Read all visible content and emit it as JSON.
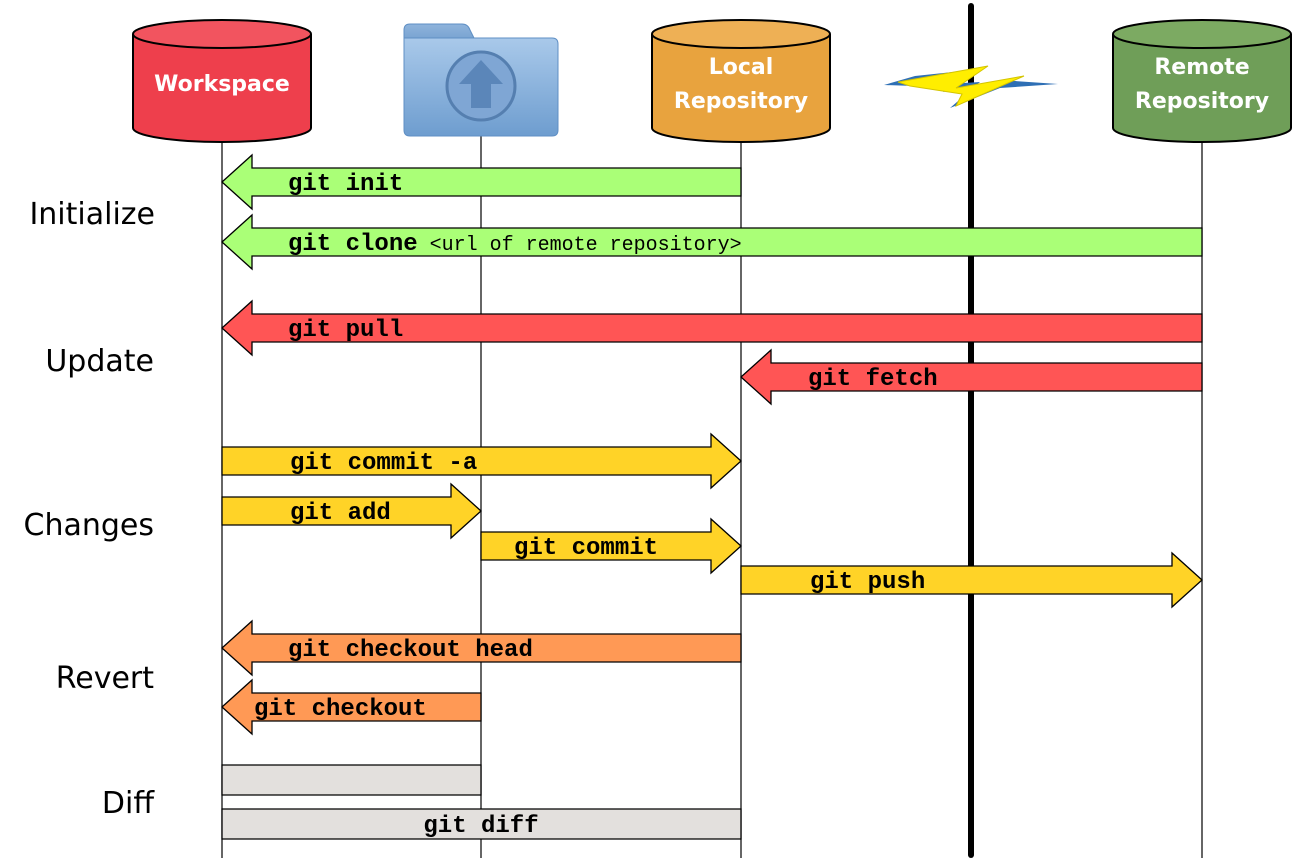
{
  "columns": {
    "workspace": {
      "label_lines": [
        "Workspace"
      ],
      "color": "#ee3f4c",
      "top_color": "#f2545f"
    },
    "index": {
      "icon": "folder-upload-icon"
    },
    "local_repository": {
      "label_lines": [
        "Local",
        "Repository"
      ],
      "color": "#e8a33e",
      "top_color": "#eeb055"
    },
    "remote_repository": {
      "label_lines": [
        "Remote",
        "Repository"
      ],
      "color": "#6f9e58",
      "top_color": "#7caa62"
    }
  },
  "network_icon": "lightning-bolt-icon",
  "sections": [
    {
      "label": "Initialize"
    },
    {
      "label": "Update"
    },
    {
      "label": "Changes"
    },
    {
      "label": "Revert"
    },
    {
      "label": "Diff"
    }
  ],
  "commands": [
    {
      "section": "Initialize",
      "command": "git init",
      "arg": "",
      "from": "local_repository",
      "to": "workspace",
      "direction": "left",
      "color": "#aaff77"
    },
    {
      "section": "Initialize",
      "command": "git clone",
      "arg": "<url of remote repository>",
      "from": "remote_repository",
      "to": "workspace",
      "direction": "left",
      "color": "#aaff77"
    },
    {
      "section": "Update",
      "command": "git pull",
      "arg": "",
      "from": "remote_repository",
      "to": "workspace",
      "direction": "left",
      "color": "#ff5555"
    },
    {
      "section": "Update",
      "command": "git fetch",
      "arg": "",
      "from": "remote_repository",
      "to": "local_repository",
      "direction": "left",
      "color": "#ff5555"
    },
    {
      "section": "Changes",
      "command": "git commit -a",
      "arg": "",
      "from": "workspace",
      "to": "local_repository",
      "direction": "right",
      "color": "#ffd327"
    },
    {
      "section": "Changes",
      "command": "git add",
      "arg": "",
      "from": "workspace",
      "to": "index",
      "direction": "right",
      "color": "#ffd327"
    },
    {
      "section": "Changes",
      "command": "git commit",
      "arg": "",
      "from": "index",
      "to": "local_repository",
      "direction": "right",
      "color": "#ffd327"
    },
    {
      "section": "Changes",
      "command": "git push",
      "arg": "",
      "from": "local_repository",
      "to": "remote_repository",
      "direction": "right",
      "color": "#ffd327"
    },
    {
      "section": "Revert",
      "command": "git checkout head",
      "arg": "",
      "from": "local_repository",
      "to": "workspace",
      "direction": "left",
      "color": "#ff9955"
    },
    {
      "section": "Revert",
      "command": "git checkout",
      "arg": "",
      "from": "index",
      "to": "workspace",
      "direction": "left",
      "color": "#ff9955"
    },
    {
      "section": "Diff",
      "command": "",
      "arg": "",
      "from": "workspace",
      "to": "index",
      "direction": "none",
      "color": "#e3e0dd"
    },
    {
      "section": "Diff",
      "command": "git diff",
      "arg": "",
      "from": "workspace",
      "to": "local_repository",
      "direction": "none",
      "color": "#e3e0dd"
    }
  ]
}
